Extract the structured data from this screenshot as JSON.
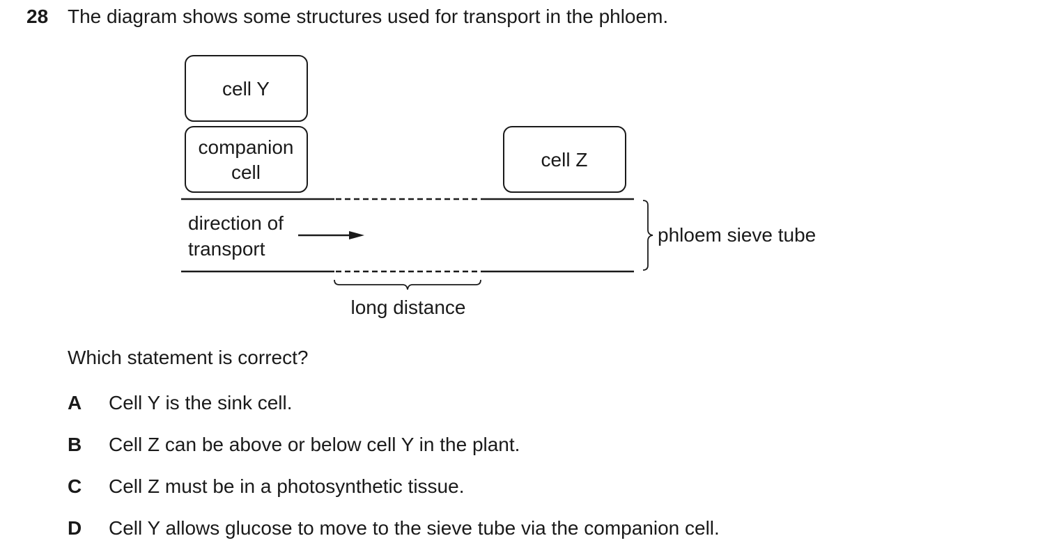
{
  "question": {
    "number": "28",
    "stem": "The diagram shows some structures used for transport in the phloem."
  },
  "diagram": {
    "cell_y_label": "cell Y",
    "companion_line1": "companion",
    "companion_line2": "cell",
    "cell_z_label": "cell Z",
    "direction_line1": "direction of",
    "direction_line2": "transport",
    "sieve_tube_label": "phloem sieve tube",
    "distance_label": "long distance"
  },
  "prompt": "Which statement is correct?",
  "options": [
    {
      "letter": "A",
      "text": "Cell Y is the sink cell."
    },
    {
      "letter": "B",
      "text": "Cell Z can be above or below cell Y in the plant."
    },
    {
      "letter": "C",
      "text": "Cell Z must be in a photosynthetic tissue."
    },
    {
      "letter": "D",
      "text": "Cell Y allows glucose to move to the sieve tube via the companion cell."
    }
  ]
}
